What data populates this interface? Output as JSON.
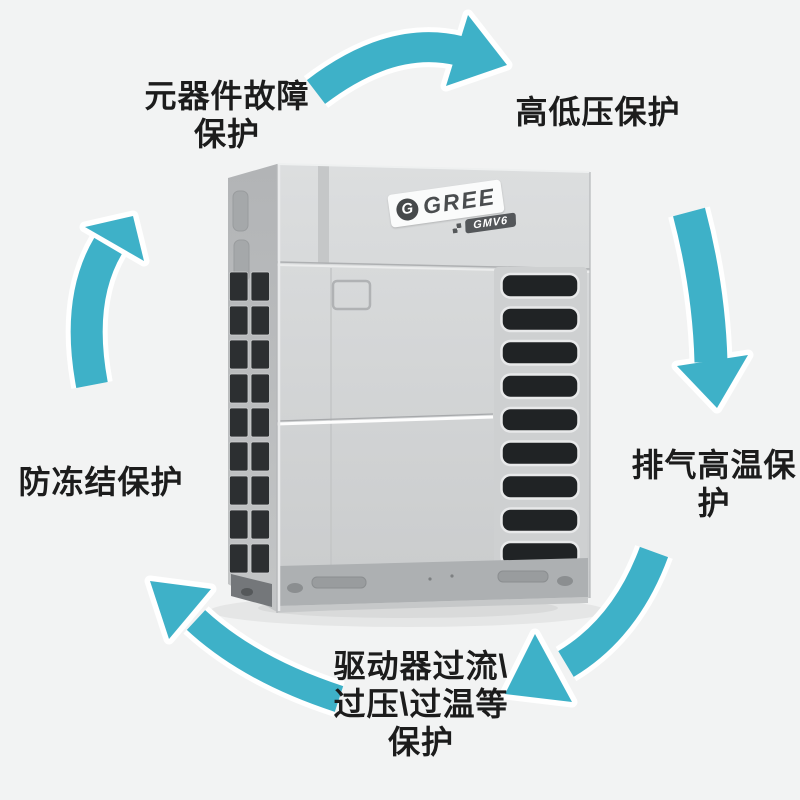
{
  "colors": {
    "background": "#f2f3f3",
    "arrow": "#3eb1c8",
    "label_text": "#1c1c1c"
  },
  "product": {
    "brand": "GREE",
    "logo_mark": "G",
    "model": "GMV6",
    "louver_count": 9,
    "side_vent_rows": 9,
    "side_vent_cols": 2
  },
  "labels": {
    "component_failure": {
      "lines": [
        "元器件故障",
        "保护"
      ]
    },
    "high_low_pressure": {
      "lines": [
        "高低压保护"
      ]
    },
    "exhaust_high_temp": {
      "lines": [
        "排气高温保",
        "护"
      ]
    },
    "driver_overload": {
      "lines": [
        "驱动器过流\\",
        "过压\\过温等",
        "保护"
      ]
    },
    "anti_freeze": {
      "lines": [
        "防冻结保护"
      ]
    }
  }
}
